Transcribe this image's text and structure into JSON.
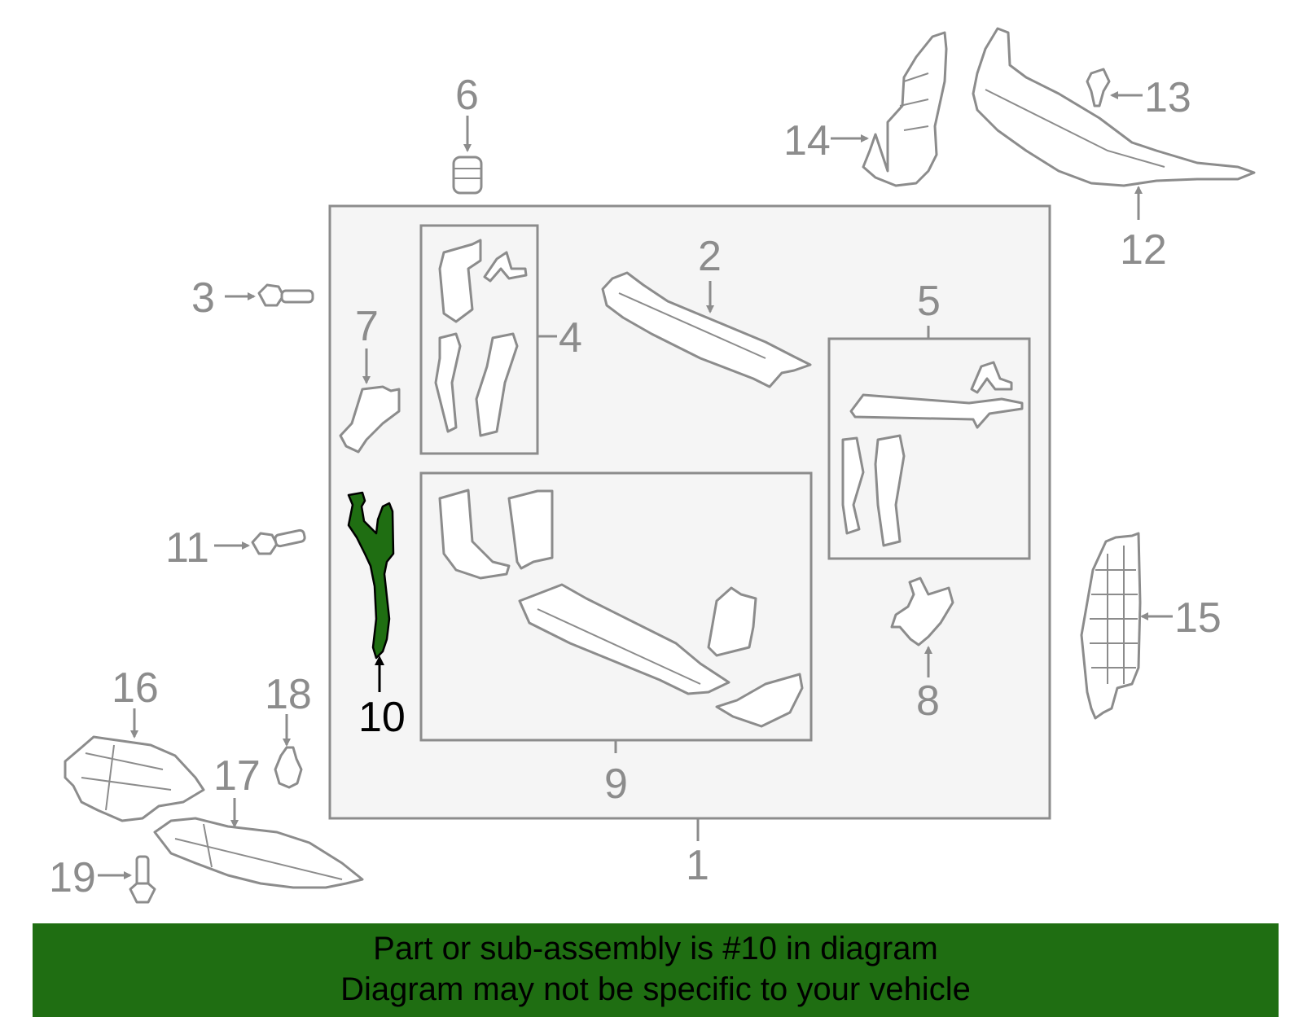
{
  "colors": {
    "highlight": "#1f6e12",
    "banner": "#1f6e12",
    "line": "#8c8c8c",
    "panel": "#f5f5f5"
  },
  "callouts": {
    "c1": "1",
    "c2": "2",
    "c3": "3",
    "c4": "4",
    "c5": "5",
    "c6": "6",
    "c7": "7",
    "c8": "8",
    "c9": "9",
    "c10": "10",
    "c11": "11",
    "c12": "12",
    "c13": "13",
    "c14": "14",
    "c15": "15",
    "c16": "16",
    "c17": "17",
    "c18": "18",
    "c19": "19"
  },
  "highlighted_part": "10",
  "banner": {
    "line1": "Part or sub-assembly is #10 in diagram",
    "line2": "Diagram may not be specific to your vehicle"
  }
}
